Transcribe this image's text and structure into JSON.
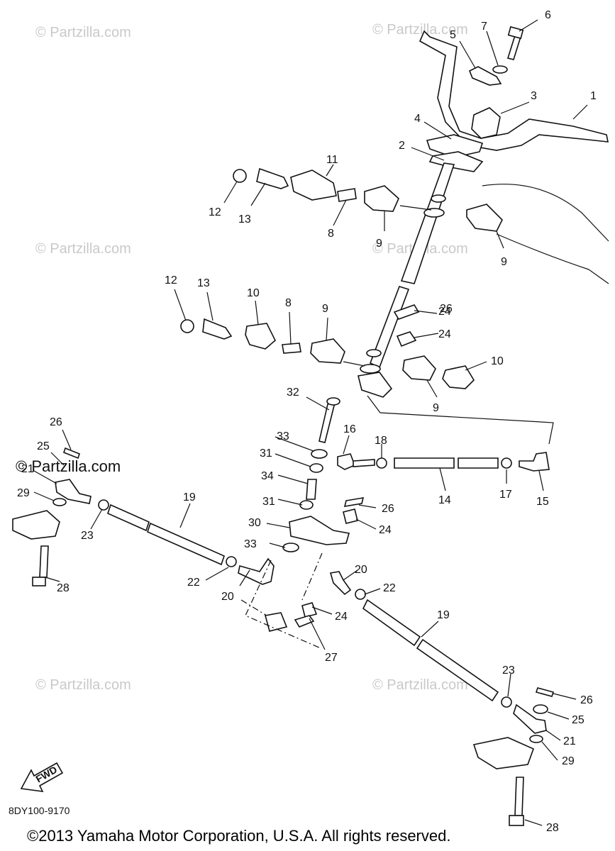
{
  "watermarks": [
    "© Partzilla.com",
    "© Partzilla.com",
    "© Partzilla.com",
    "© Partzilla.com",
    "© Partzilla.com",
    "© Partzilla.com"
  ],
  "watermark_dark": "© Partzilla.com",
  "fwd_label": "FWD",
  "drawing_code": "8DY100-9170",
  "copyright": "©2013  Yamaha Motor Corporation, U.S.A. All rights reserved.",
  "callouts": [
    "1",
    "2",
    "3",
    "4",
    "5",
    "6",
    "7",
    "8",
    "8",
    "9",
    "9",
    "9",
    "9",
    "10",
    "10",
    "11",
    "12",
    "12",
    "13",
    "13",
    "14",
    "15",
    "16",
    "17",
    "18",
    "19",
    "19",
    "20",
    "20",
    "21",
    "21",
    "22",
    "22",
    "23",
    "23",
    "24",
    "24",
    "24",
    "24",
    "25",
    "25",
    "26",
    "26",
    "26",
    "26",
    "27",
    "28",
    "28",
    "29",
    "29",
    "30",
    "31",
    "31",
    "32",
    "33",
    "33",
    "34"
  ]
}
